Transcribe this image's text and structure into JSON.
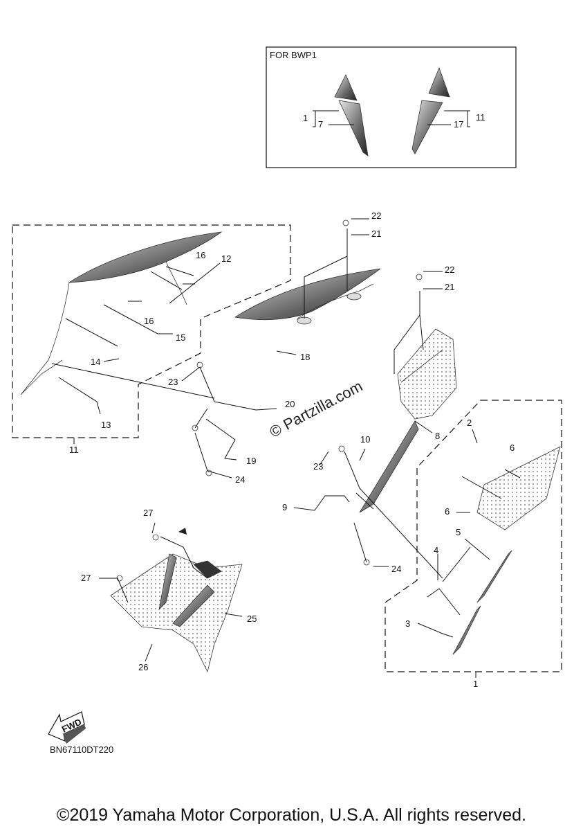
{
  "inset": {
    "title": "FOR BWP1"
  },
  "callouts": {
    "c1": "1",
    "c2": "2",
    "c3": "3",
    "c4": "4",
    "c5": "5",
    "c6": "6",
    "c7": "7",
    "c8": "8",
    "c9": "9",
    "c10": "10",
    "c11": "11",
    "c12": "12",
    "c13": "13",
    "c14": "14",
    "c15": "15",
    "c16": "16",
    "c17": "17",
    "c18": "18",
    "c19": "19",
    "c20": "20",
    "c21": "21",
    "c22": "22",
    "c23": "23",
    "c24": "24",
    "c25": "25",
    "c26": "26",
    "c27": "27"
  },
  "watermark": "© Partzilla.com",
  "fwd_label": "FWD",
  "diagram_code": "BN67110DT220",
  "copyright": "©2019 Yamaha Motor Corporation, U.S.A. All rights reserved."
}
